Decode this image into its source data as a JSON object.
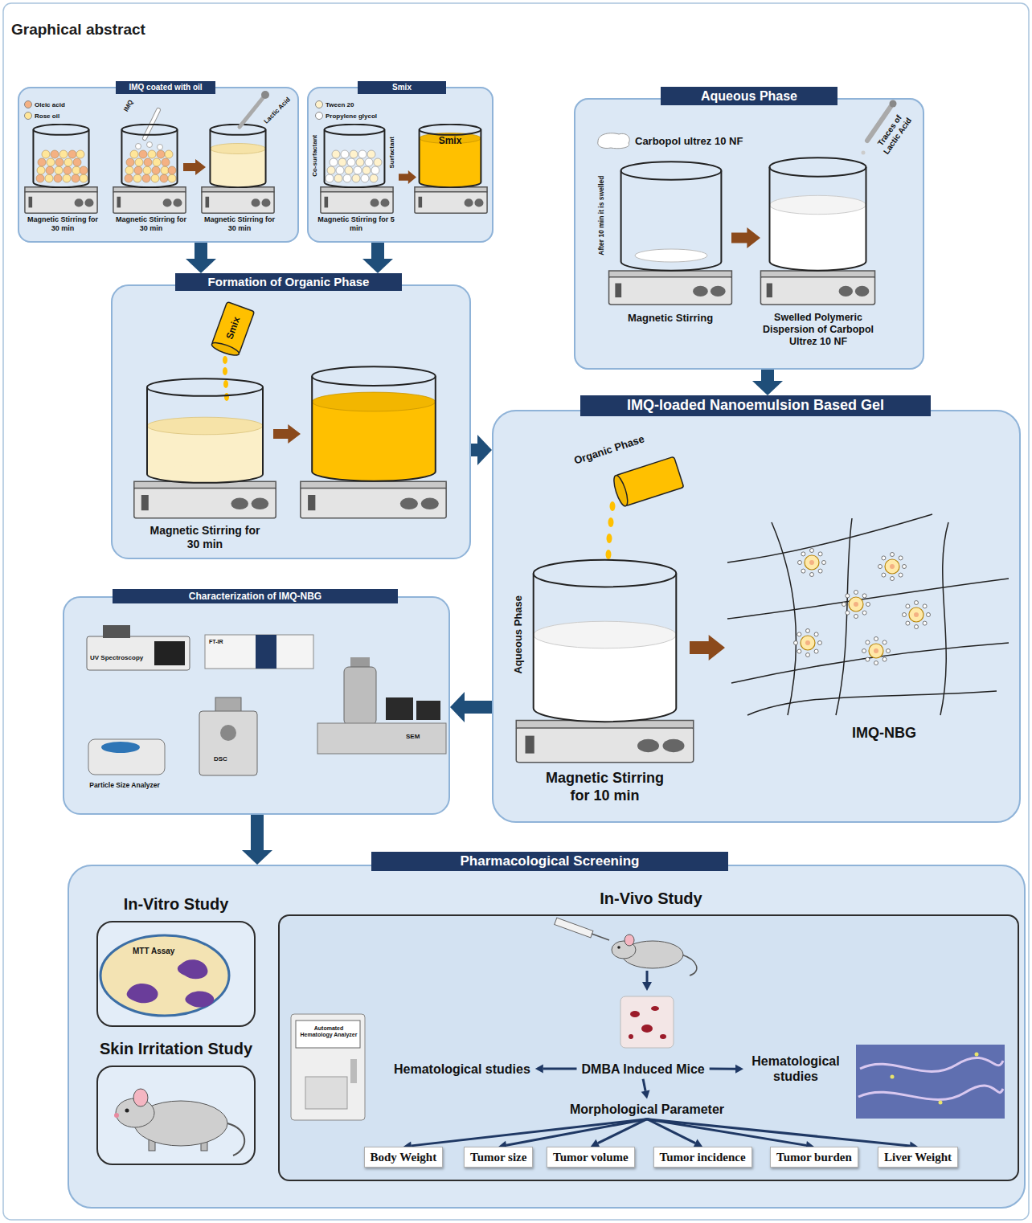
{
  "diagram": {
    "title": "Graphical abstract",
    "nodes": [
      {
        "text": [
          "IMQ coated with oil",
          "IMQ",
          "Lactic Acid",
          "Magnetic Stirring for 30 min",
          "Magnetic Stirring for 30 min",
          "Magnetic Stirring for 30 min"
        ]
      },
      {
        "text": [
          "Smix",
          "Co-surfactant",
          "Surfactant",
          "Smix",
          "Magnetic Stirring for 5 min"
        ]
      },
      {
        "text": [
          "Aqueous Phase",
          "Carbopol ultrez 10 NF",
          "After 10 min it is swelled",
          "Traces of Lactic Acid",
          "Magnetic Stirring",
          "Swelled Polymeric Dispersion of Carbopol Ultrez 10 NF"
        ]
      },
      {
        "text": [
          "Formation of Organic Phase",
          "Smix",
          "Magnetic Stirring for 30 min"
        ]
      },
      {
        "text": [
          "IMQ-loaded Nanoemulsion Based Gel",
          "Organic Phase",
          "Aqueous Phase",
          "Magnetic Stirring for 10 min",
          "IMQ-NBG"
        ]
      },
      {
        "text": [
          "Characterization of IMQ-NBG",
          "UV Spectroscopy",
          "FT-IR",
          "SEM",
          "Particle Size Analyzer",
          "DSC"
        ]
      },
      {
        "text": [
          "Pharmacological Screening"
        ]
      },
      {
        "text": [
          "In-Vitro Study",
          "MTT Assay"
        ],
        "in": 6
      },
      {
        "text": [
          "Skin Irritation Study"
        ],
        "in": 6
      },
      {
        "text": [
          "In-Vivo Study",
          "Automated Hematology Analyzer"
        ],
        "in": 6
      },
      {
        "text": [
          "Hematological studies"
        ],
        "in": 9
      },
      {
        "text": [
          "DMBA Induced Mice"
        ],
        "in": 9
      },
      {
        "text": [
          "Hematological studies"
        ],
        "in": 9
      },
      {
        "text": [
          "Morphological Parameter"
        ],
        "in": 9
      },
      {
        "text": [
          "Body Weight"
        ],
        "in": 9
      },
      {
        "text": [
          "Tumor size"
        ],
        "in": 9
      },
      {
        "text": [
          "Tumor volume"
        ],
        "in": 9
      },
      {
        "text": [
          "Tumor incidence"
        ],
        "in": 9
      },
      {
        "text": [
          "Tumor burden"
        ],
        "in": 9
      },
      {
        "text": [
          "Liver Weight"
        ],
        "in": 9
      }
    ],
    "edges": [
      {
        "from": 0,
        "to": 3,
        "arrow": "to"
      },
      {
        "from": 1,
        "to": 3,
        "arrow": "to"
      },
      {
        "from": 2,
        "to": 4,
        "arrow": "to"
      },
      {
        "from": 3,
        "to": 4,
        "arrow": "to"
      },
      {
        "from": 4,
        "to": 5,
        "arrow": "to"
      },
      {
        "from": 5,
        "to": 6,
        "arrow": "to"
      },
      {
        "from": 11,
        "to": 10,
        "arrow": "to"
      },
      {
        "from": 11,
        "to": 12,
        "arrow": "to"
      },
      {
        "from": 11,
        "to": 13,
        "arrow": "to"
      },
      {
        "from": 13,
        "to": 14,
        "arrow": "to"
      },
      {
        "from": 13,
        "to": 15,
        "arrow": "to"
      },
      {
        "from": 13,
        "to": 16,
        "arrow": "to"
      },
      {
        "from": 13,
        "to": 17,
        "arrow": "to"
      },
      {
        "from": 13,
        "to": 18,
        "arrow": "to"
      },
      {
        "from": 13,
        "to": 19,
        "arrow": "to"
      }
    ],
    "legend": [
      {
        "text": "Oleic acid",
        "color": "#f4b183"
      },
      {
        "text": "Rose oil",
        "color": "#ffe699"
      },
      {
        "text": "Tween 20",
        "color": "#fff2cc"
      },
      {
        "text": "Propylene glycol",
        "color": "#ffffff"
      }
    ]
  }
}
